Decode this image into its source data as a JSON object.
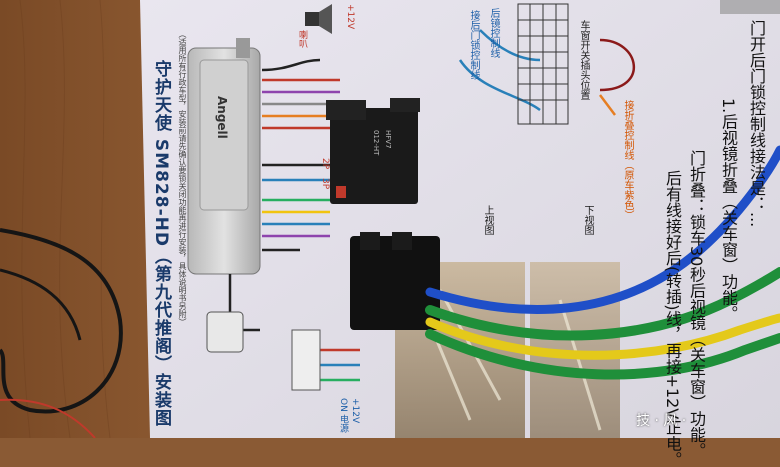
{
  "diagram": {
    "title": "守护天使 SM828-HD（第九代推阁）安装图",
    "subtitle": "（适用所有行政车型，安装前请先确认要锁关闭功能再进行安装，具体说明书另附）",
    "brand": "Angell",
    "labels": {
      "plus12v_top": "+12V",
      "plus12v_bottom": "+12V",
      "on_ignition": "ON 电源",
      "speaker": "喇叭",
      "window_switch": "车窗开关插头位置",
      "door_lock_wire": "接后门锁控制线",
      "up_view": "上视图",
      "down_view": "下视图",
      "rear_mirror_wire": "后镜控制线",
      "fold_wire": "接折叠控制线（原车紫色）",
      "pin_left": "2P",
      "pin_right": "3P"
    },
    "right_text": [
      "门开后门锁控制线接法是：...",
      "1.后视镜折叠（关车窗）功能。",
      "门折叠：锁车30秒后视镜（关车窗）功能。",
      "后有线接好后(转插)线，再接+12V正电。"
    ],
    "relay": {
      "brand": "HFV7",
      "model": "012-HT"
    }
  },
  "watermark": "技 · 风 ·"
}
